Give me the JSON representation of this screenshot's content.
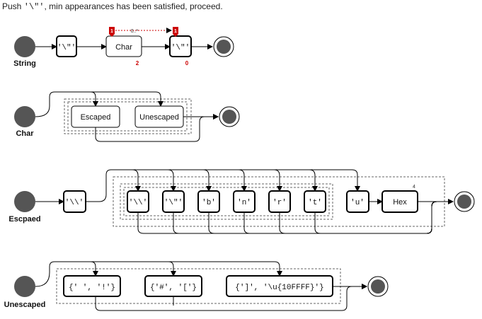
{
  "status": {
    "prefix": "Push ",
    "code": "'\\\"'",
    "suffix": ", min appearances has been satisfied, proceed."
  },
  "rules": {
    "string": {
      "label": "String",
      "quote_open": "'\\\"'",
      "char": "Char",
      "quote_close": "'\\\"'",
      "char_count": "2",
      "close_count": "0",
      "marker_left": "1",
      "marker_right": "1",
      "range": "0..*"
    },
    "char": {
      "label": "Char",
      "escaped": "Escaped",
      "unescaped": "Unescaped"
    },
    "escaped": {
      "label": "Escpaed",
      "backslash": "'\\\\'",
      "items": [
        "'\\\\'",
        "'\\\"'",
        "'b'",
        "'n'",
        "'r'",
        "'t'"
      ],
      "u": "'u'",
      "hex": "Hex",
      "hex_count": "4"
    },
    "unescaped": {
      "label": "Unescaped",
      "ranges": [
        "{' ', '!'}",
        "{'#', '['}",
        "{']', '\\u{10FFFF}'}"
      ]
    }
  },
  "colors": {
    "start": "#555555",
    "line": "#000000",
    "dashed": "#666666",
    "marker": "#cc0000"
  }
}
